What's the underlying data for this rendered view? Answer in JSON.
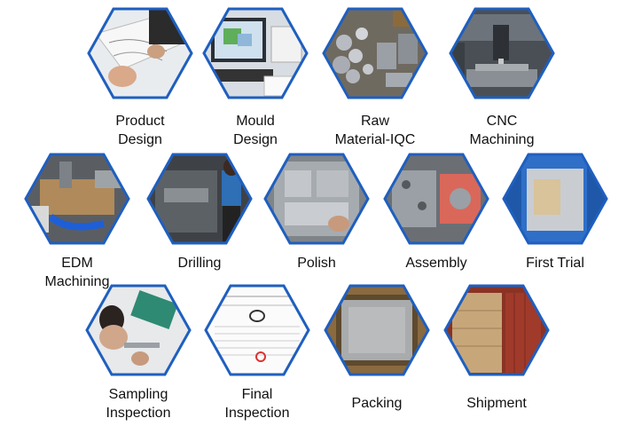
{
  "steps": [
    {
      "id": "product-design",
      "lines": [
        "Product",
        "Design"
      ]
    },
    {
      "id": "mould-design",
      "lines": [
        "Mould",
        "Design"
      ]
    },
    {
      "id": "raw-material-iqc",
      "lines": [
        "Raw",
        "Material-IQC"
      ]
    },
    {
      "id": "cnc-machining",
      "lines": [
        "CNC",
        "Machining"
      ]
    },
    {
      "id": "edm-machining",
      "lines": [
        "EDM",
        "Machining"
      ]
    },
    {
      "id": "drilling",
      "lines": [
        "Drilling"
      ]
    },
    {
      "id": "polish",
      "lines": [
        "Polish"
      ]
    },
    {
      "id": "assembly",
      "lines": [
        "Assembly"
      ]
    },
    {
      "id": "first-trial",
      "lines": [
        "First Trial"
      ]
    },
    {
      "id": "sampling-inspection",
      "lines": [
        "Sampling",
        "Inspection"
      ]
    },
    {
      "id": "final-inspection",
      "lines": [
        "Final",
        "Inspection"
      ]
    },
    {
      "id": "packing",
      "lines": [
        "Packing"
      ]
    },
    {
      "id": "shipment",
      "lines": [
        "Shipment"
      ]
    }
  ],
  "colors": {
    "frame_blue": "#1f5fbf",
    "frame_glow": "#9fc4f0"
  }
}
